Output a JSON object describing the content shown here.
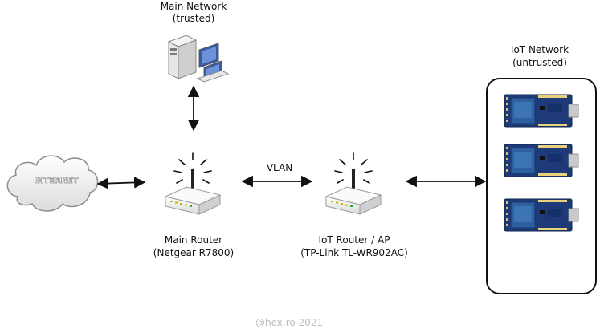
{
  "main_network": {
    "line1": "Main Network",
    "line2": "(trusted)",
    "icon": "server-workstation-icon"
  },
  "internet": {
    "label": "INTERNET",
    "icon": "cloud-icon"
  },
  "main_router": {
    "line1": "Main Router",
    "line2": "(Netgear R7800)",
    "icon": "wifi-router-icon"
  },
  "vlan_label": "VLAN",
  "iot_router": {
    "line1": "IoT Router / AP",
    "line2": "(TP-Link TL-WR902AC)",
    "icon": "wifi-router-icon"
  },
  "iot_network": {
    "line1": "IoT Network",
    "line2": "(untrusted)",
    "devices": [
      "esp8266-board",
      "esp8266-board",
      "esp8266-board"
    ]
  },
  "watermark": "@hex.ro 2021",
  "colors": {
    "line": "#111111",
    "board": "#1f3a78",
    "chip": "#2e5f9e",
    "router": "#f2f2f2"
  }
}
